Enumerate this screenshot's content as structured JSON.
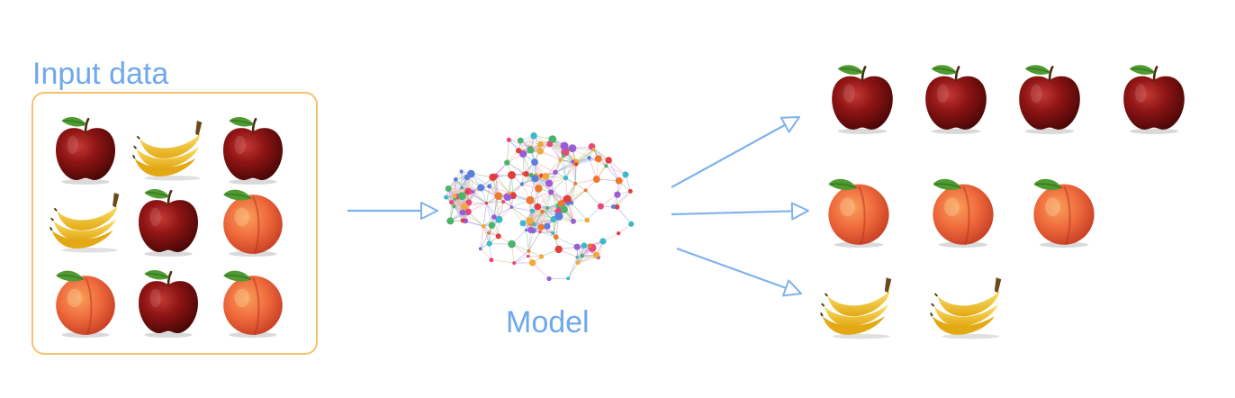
{
  "labels": {
    "input": "Input data",
    "model": "Model"
  },
  "input_grid": [
    [
      "apple",
      "banana",
      "apple"
    ],
    [
      "banana",
      "apple",
      "peach"
    ],
    [
      "peach",
      "apple",
      "peach"
    ]
  ],
  "output_groups": [
    {
      "fruit": "apple",
      "count": 4
    },
    {
      "fruit": "peach",
      "count": 3
    },
    {
      "fruit": "banana",
      "count": 2
    }
  ],
  "colors": {
    "text": "#6fa8ec",
    "arrow": "#7fb2ec",
    "box_border": "#f5c36e",
    "apple": "#8e1414",
    "peach": "#ef6a3c",
    "banana": "#f3c52d",
    "leaf": "#4f9b31"
  },
  "icons": {
    "apple": "apple-icon",
    "peach": "peach-icon",
    "banana": "banana-icon",
    "model": "brain-network-icon"
  }
}
